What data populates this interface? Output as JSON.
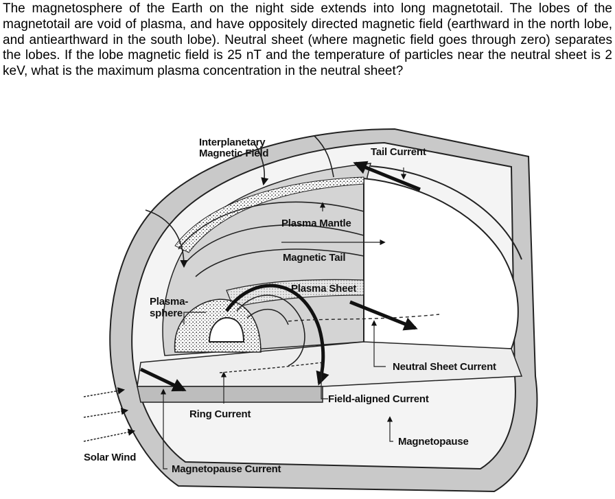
{
  "question": {
    "text": "The magnetosphere of the Earth on the night side extends into long magnetotail. The lobes of the magnetotail are void of plasma, and have oppositely directed magnetic field (earthward in the north lobe, and antiearthward in the south lobe). Neutral sheet (where magnetic field goes through zero) separates the lobes. If the lobe magnetic field is 25 nT and the temperature of particles near the neutral sheet is 2 keV, what is the maximum plasma concentration in the neutral sheet?"
  },
  "figure": {
    "labels": {
      "imf_line1": "Interplanetary",
      "imf_line2": "Magnetic Field",
      "tail_current": "Tail Current",
      "plasma_mantle": "Plasma Mantle",
      "magnetic_tail": "Magnetic Tail",
      "plasma_sheet": "Plasma Sheet",
      "plasmasphere_line1": "Plasma-",
      "plasmasphere_line2": "sphere",
      "neutral_sheet_current": "Neutral Sheet Current",
      "field_aligned_current": "Field-aligned Current",
      "ring_current": "Ring Current",
      "magnetopause": "Magnetopause",
      "solar_wind": "Solar Wind",
      "magnetopause_current": "Magnetopause Current"
    }
  }
}
